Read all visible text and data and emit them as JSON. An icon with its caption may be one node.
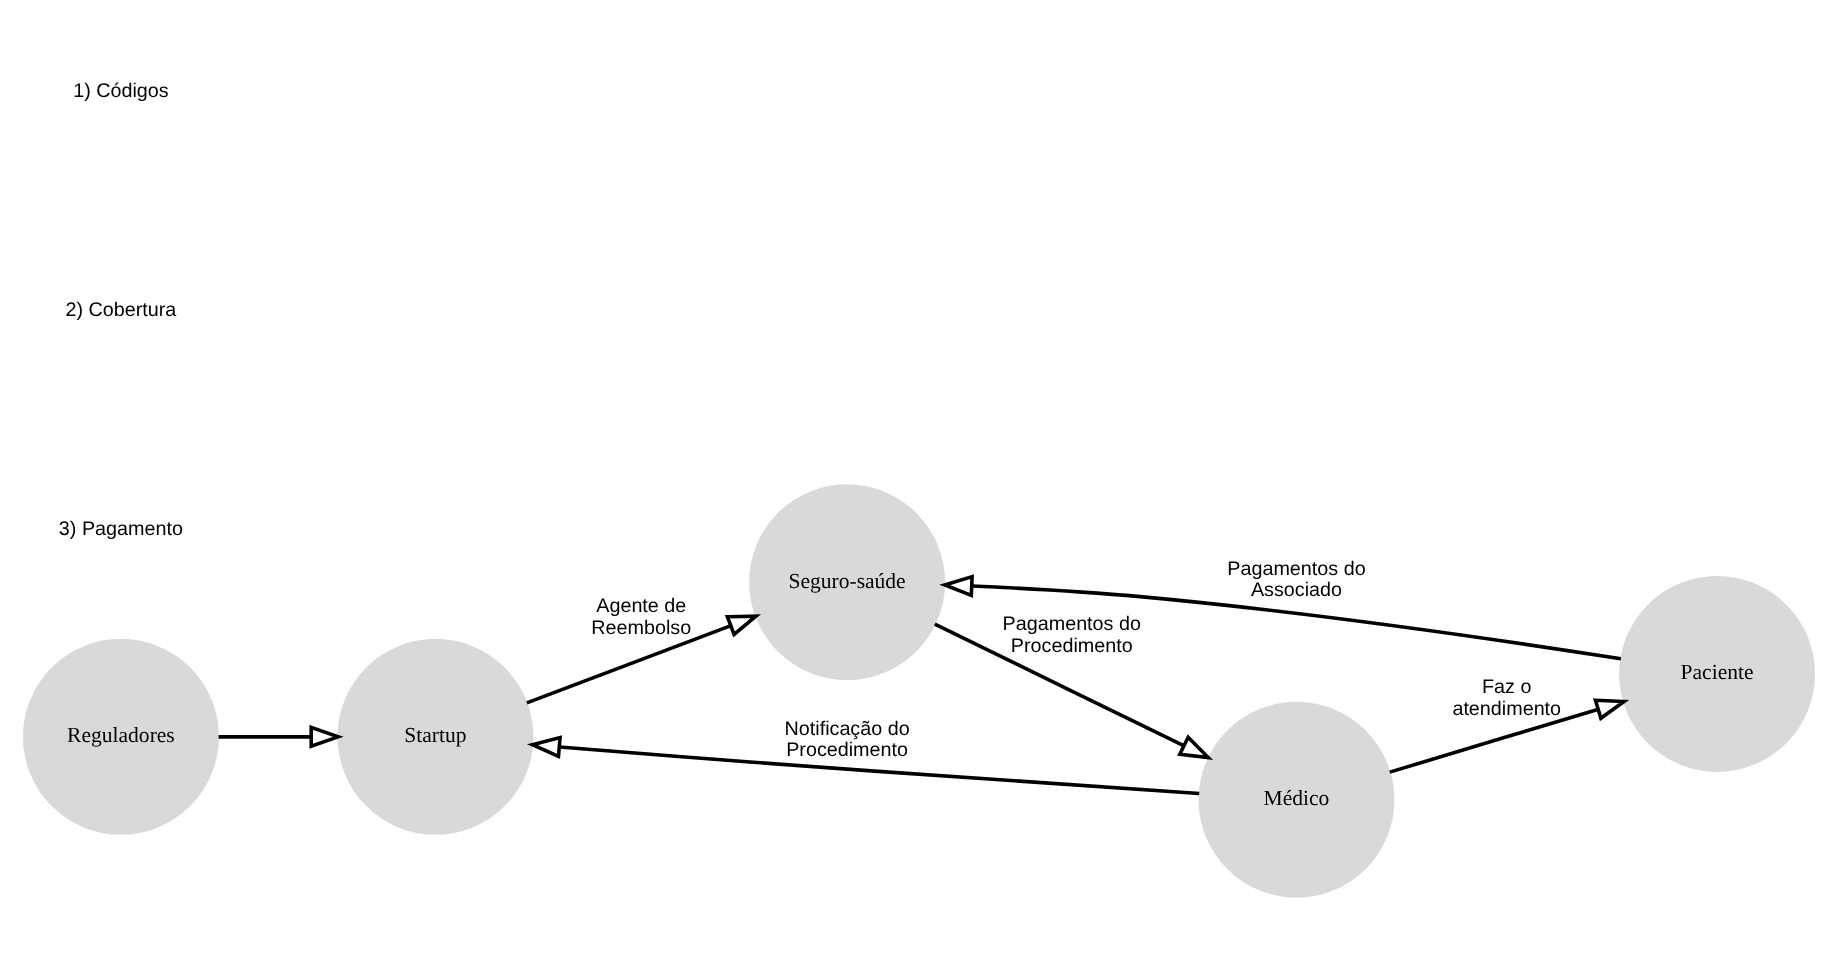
{
  "diagram": {
    "nodes": [
      {
        "text": [
          "Reguladores"
        ]
      },
      {
        "text": [
          "Startup"
        ]
      },
      {
        "text": [
          "Seguro-saúde"
        ]
      },
      {
        "text": [
          "Médico"
        ]
      },
      {
        "text": [
          "Paciente"
        ]
      }
    ],
    "edges": [
      {
        "from": 0,
        "to": 1,
        "arrow": "to"
      },
      {
        "from": 1,
        "to": 2,
        "arrow": "to",
        "label": "Agente de Reembolso"
      },
      {
        "from": 2,
        "to": 3,
        "arrow": "to",
        "label": "Pagamentos do Procedimento"
      },
      {
        "from": 4,
        "to": 2,
        "arrow": "to",
        "label": "Pagamentos do Associado"
      },
      {
        "from": 3,
        "to": 1,
        "arrow": "to",
        "label": "Notificação do Procedimento"
      },
      {
        "from": 3,
        "to": 4,
        "arrow": "to",
        "label": "Faz o atendimento"
      }
    ],
    "labels": [
      "1) Códigos",
      "2) Cobertura",
      "3) Pagamento"
    ]
  }
}
